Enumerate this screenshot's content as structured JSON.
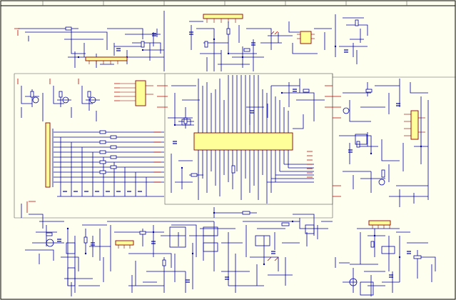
{
  "schematic": {
    "colors": {
      "background": "#fffff0",
      "wire": "#0000a8",
      "ic_fill": "#ffff99",
      "ic_outline": "#8b0000",
      "net_label": "#c00000",
      "frame": "#000000"
    },
    "components": [
      {
        "name": "main-mcu-ic",
        "kind": "ic"
      },
      {
        "name": "top-connector-ic",
        "kind": "ic"
      },
      {
        "name": "top-right-small-ic",
        "kind": "ic"
      },
      {
        "name": "left-connector-ic",
        "kind": "ic"
      },
      {
        "name": "right-opto-ic",
        "kind": "ic"
      },
      {
        "name": "bottom-connector-ic",
        "kind": "ic"
      },
      {
        "name": "bottom-right-connector-ic",
        "kind": "ic"
      },
      {
        "name": "top-left-header-ic",
        "kind": "ic"
      }
    ]
  }
}
